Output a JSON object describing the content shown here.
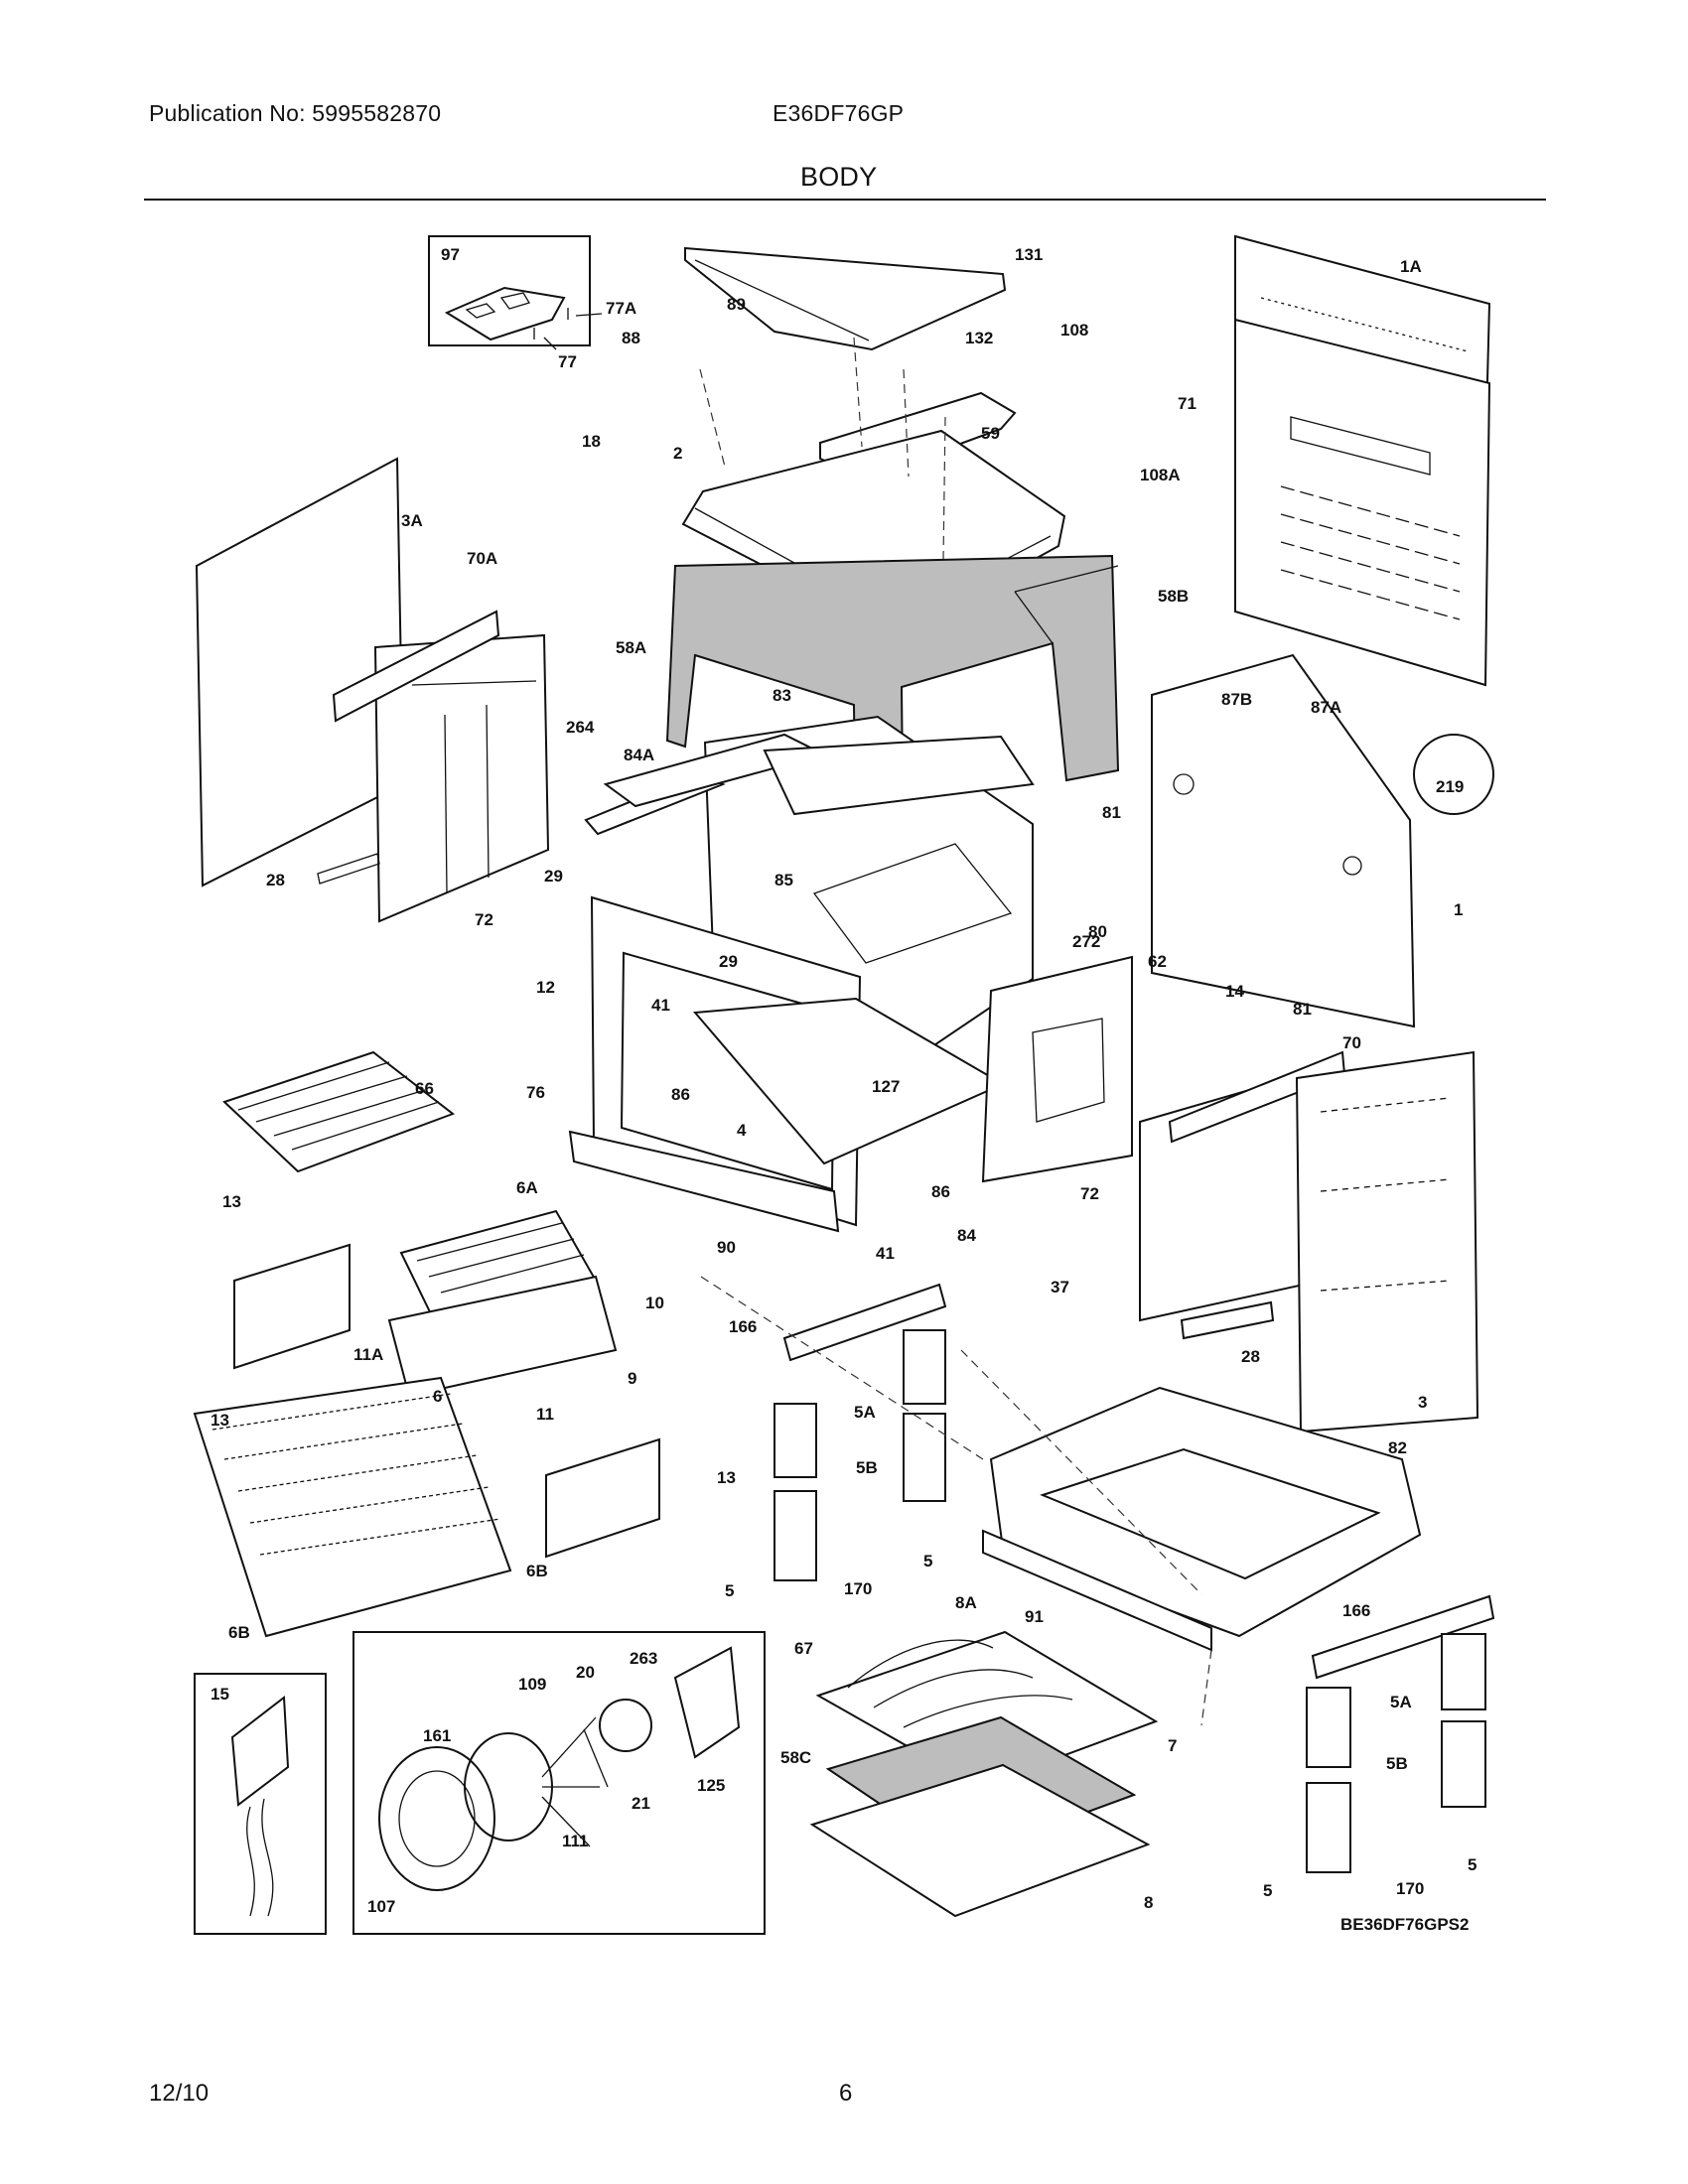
{
  "header": {
    "publication": "Publication No: 5995582870",
    "model": "E36DF76GP",
    "section": "BODY"
  },
  "footer": {
    "date": "12/10",
    "page": "6"
  },
  "diagram": {
    "code": "BE36DF76GPS2",
    "callouts": [
      "97",
      "77A",
      "77",
      "89",
      "88",
      "18",
      "2",
      "131",
      "132",
      "59",
      "108",
      "108A",
      "1A",
      "71",
      "3A",
      "70A",
      "58A",
      "58B",
      "83",
      "84A",
      "264",
      "29",
      "28",
      "72",
      "12",
      "76",
      "29",
      "41",
      "86",
      "4",
      "127",
      "85",
      "272",
      "80",
      "81",
      "87B",
      "87A",
      "219",
      "1",
      "62",
      "81",
      "14",
      "70",
      "84",
      "72",
      "86",
      "41",
      "37",
      "28",
      "3",
      "66",
      "13",
      "6A",
      "10",
      "11A",
      "9",
      "13",
      "90",
      "166",
      "5A",
      "5B",
      "5",
      "170",
      "5",
      "6",
      "11",
      "13",
      "6B",
      "6B",
      "82",
      "91",
      "166",
      "5A",
      "5B",
      "5",
      "170",
      "5",
      "8A",
      "67",
      "58C",
      "7",
      "8",
      "15",
      "20",
      "263",
      "109",
      "161",
      "21",
      "125",
      "111",
      "107"
    ]
  }
}
